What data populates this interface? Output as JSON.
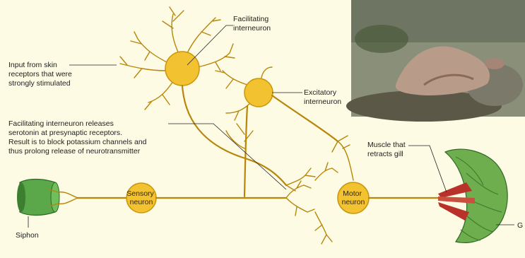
{
  "labels": {
    "facilitating": [
      "Facilitating",
      "interneuron"
    ],
    "excitatory": [
      "Excitatory",
      "interneuron"
    ],
    "input": [
      "Input from skin",
      "receptors that were",
      "strongly stimulated"
    ],
    "explanation": [
      "Facilitating interneuron releases",
      "serotonin at presynaptic receptors.",
      "Result is to block potassium channels and",
      "thus prolong release of neurotransmitter"
    ],
    "sensory": [
      "Sensory",
      "neuron"
    ],
    "motor": [
      "Motor",
      "neuron"
    ],
    "muscle": [
      "Muscle that",
      "retracts gill"
    ],
    "siphon": "Siphon",
    "gill": "G"
  },
  "colors": {
    "background_band": "#fdfbe4",
    "neuron_fill": "#f2c230",
    "neuron_stroke": "#c8960c",
    "axon": "#b8860b",
    "gill_fill": "#6fae4f",
    "gill_dark": "#3f7f2f",
    "muscle": "#b8322a"
  }
}
